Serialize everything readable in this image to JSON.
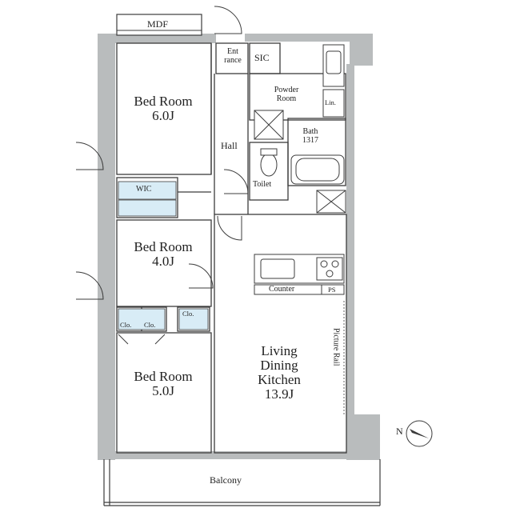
{
  "rooms": {
    "bed1": {
      "name": "Bed Room",
      "size": "6.0J"
    },
    "bed2": {
      "name": "Bed Room",
      "size": "4.0J"
    },
    "bed3": {
      "name": "Bed Room",
      "size": "5.0J"
    },
    "ldk": {
      "line1": "Living",
      "line2": "Dining",
      "line3": "Kitchen",
      "size": "13.9J"
    }
  },
  "labels": {
    "mdf": "MDF",
    "entrance_1": "Ent",
    "entrance_2": "rance",
    "sic": "SIC",
    "powder_1": "Powder",
    "powder_2": "Room",
    "lin": "Lin.",
    "hall": "Hall",
    "bath_1": "Bath",
    "bath_2": "1317",
    "toilet": "Toilet",
    "wic": "WIC",
    "cl_left": "Clo.",
    "cl_right": "Clo.",
    "cl_small": "Clo.",
    "counter": "Counter",
    "ps": "PS",
    "picture_rail": "Picture Rail",
    "balcony": "Balcony",
    "north": "N"
  },
  "colors": {
    "wall": "#b9bcbd",
    "line": "#3c3c3c",
    "closet": "#d8ecf6",
    "fixture": "#3c3c3c"
  }
}
